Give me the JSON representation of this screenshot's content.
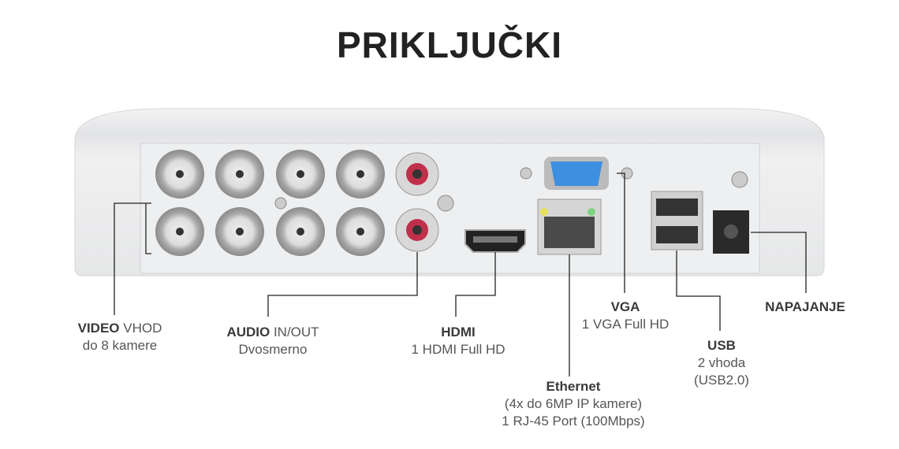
{
  "title": "PRIKLJUČKI",
  "labels": {
    "video": {
      "bold": "VIDEO",
      "rest": " VHOD",
      "line2": "do 8 kamere"
    },
    "audio": {
      "bold": "AUDIO",
      "rest": " IN/OUT",
      "line2": "Dvosmerno"
    },
    "hdmi": {
      "bold": "HDMI",
      "line2": "1 HDMI Full HD"
    },
    "ethernet": {
      "bold": "Ethernet",
      "line2": "(4x do 6MP IP kamere)",
      "line3": "1 RJ-45 Port (100Mbps)"
    },
    "vga": {
      "bold": "VGA",
      "line2": "1 VGA Full HD"
    },
    "usb": {
      "bold": "USB",
      "line2": "2 vhoda",
      "line3": "(USB2.0)"
    },
    "power": {
      "bold": "NAPAJANJE"
    }
  },
  "colors": {
    "vga_port": "#3d8fe0",
    "audio_port": "#c0304a",
    "line": "#222222"
  }
}
